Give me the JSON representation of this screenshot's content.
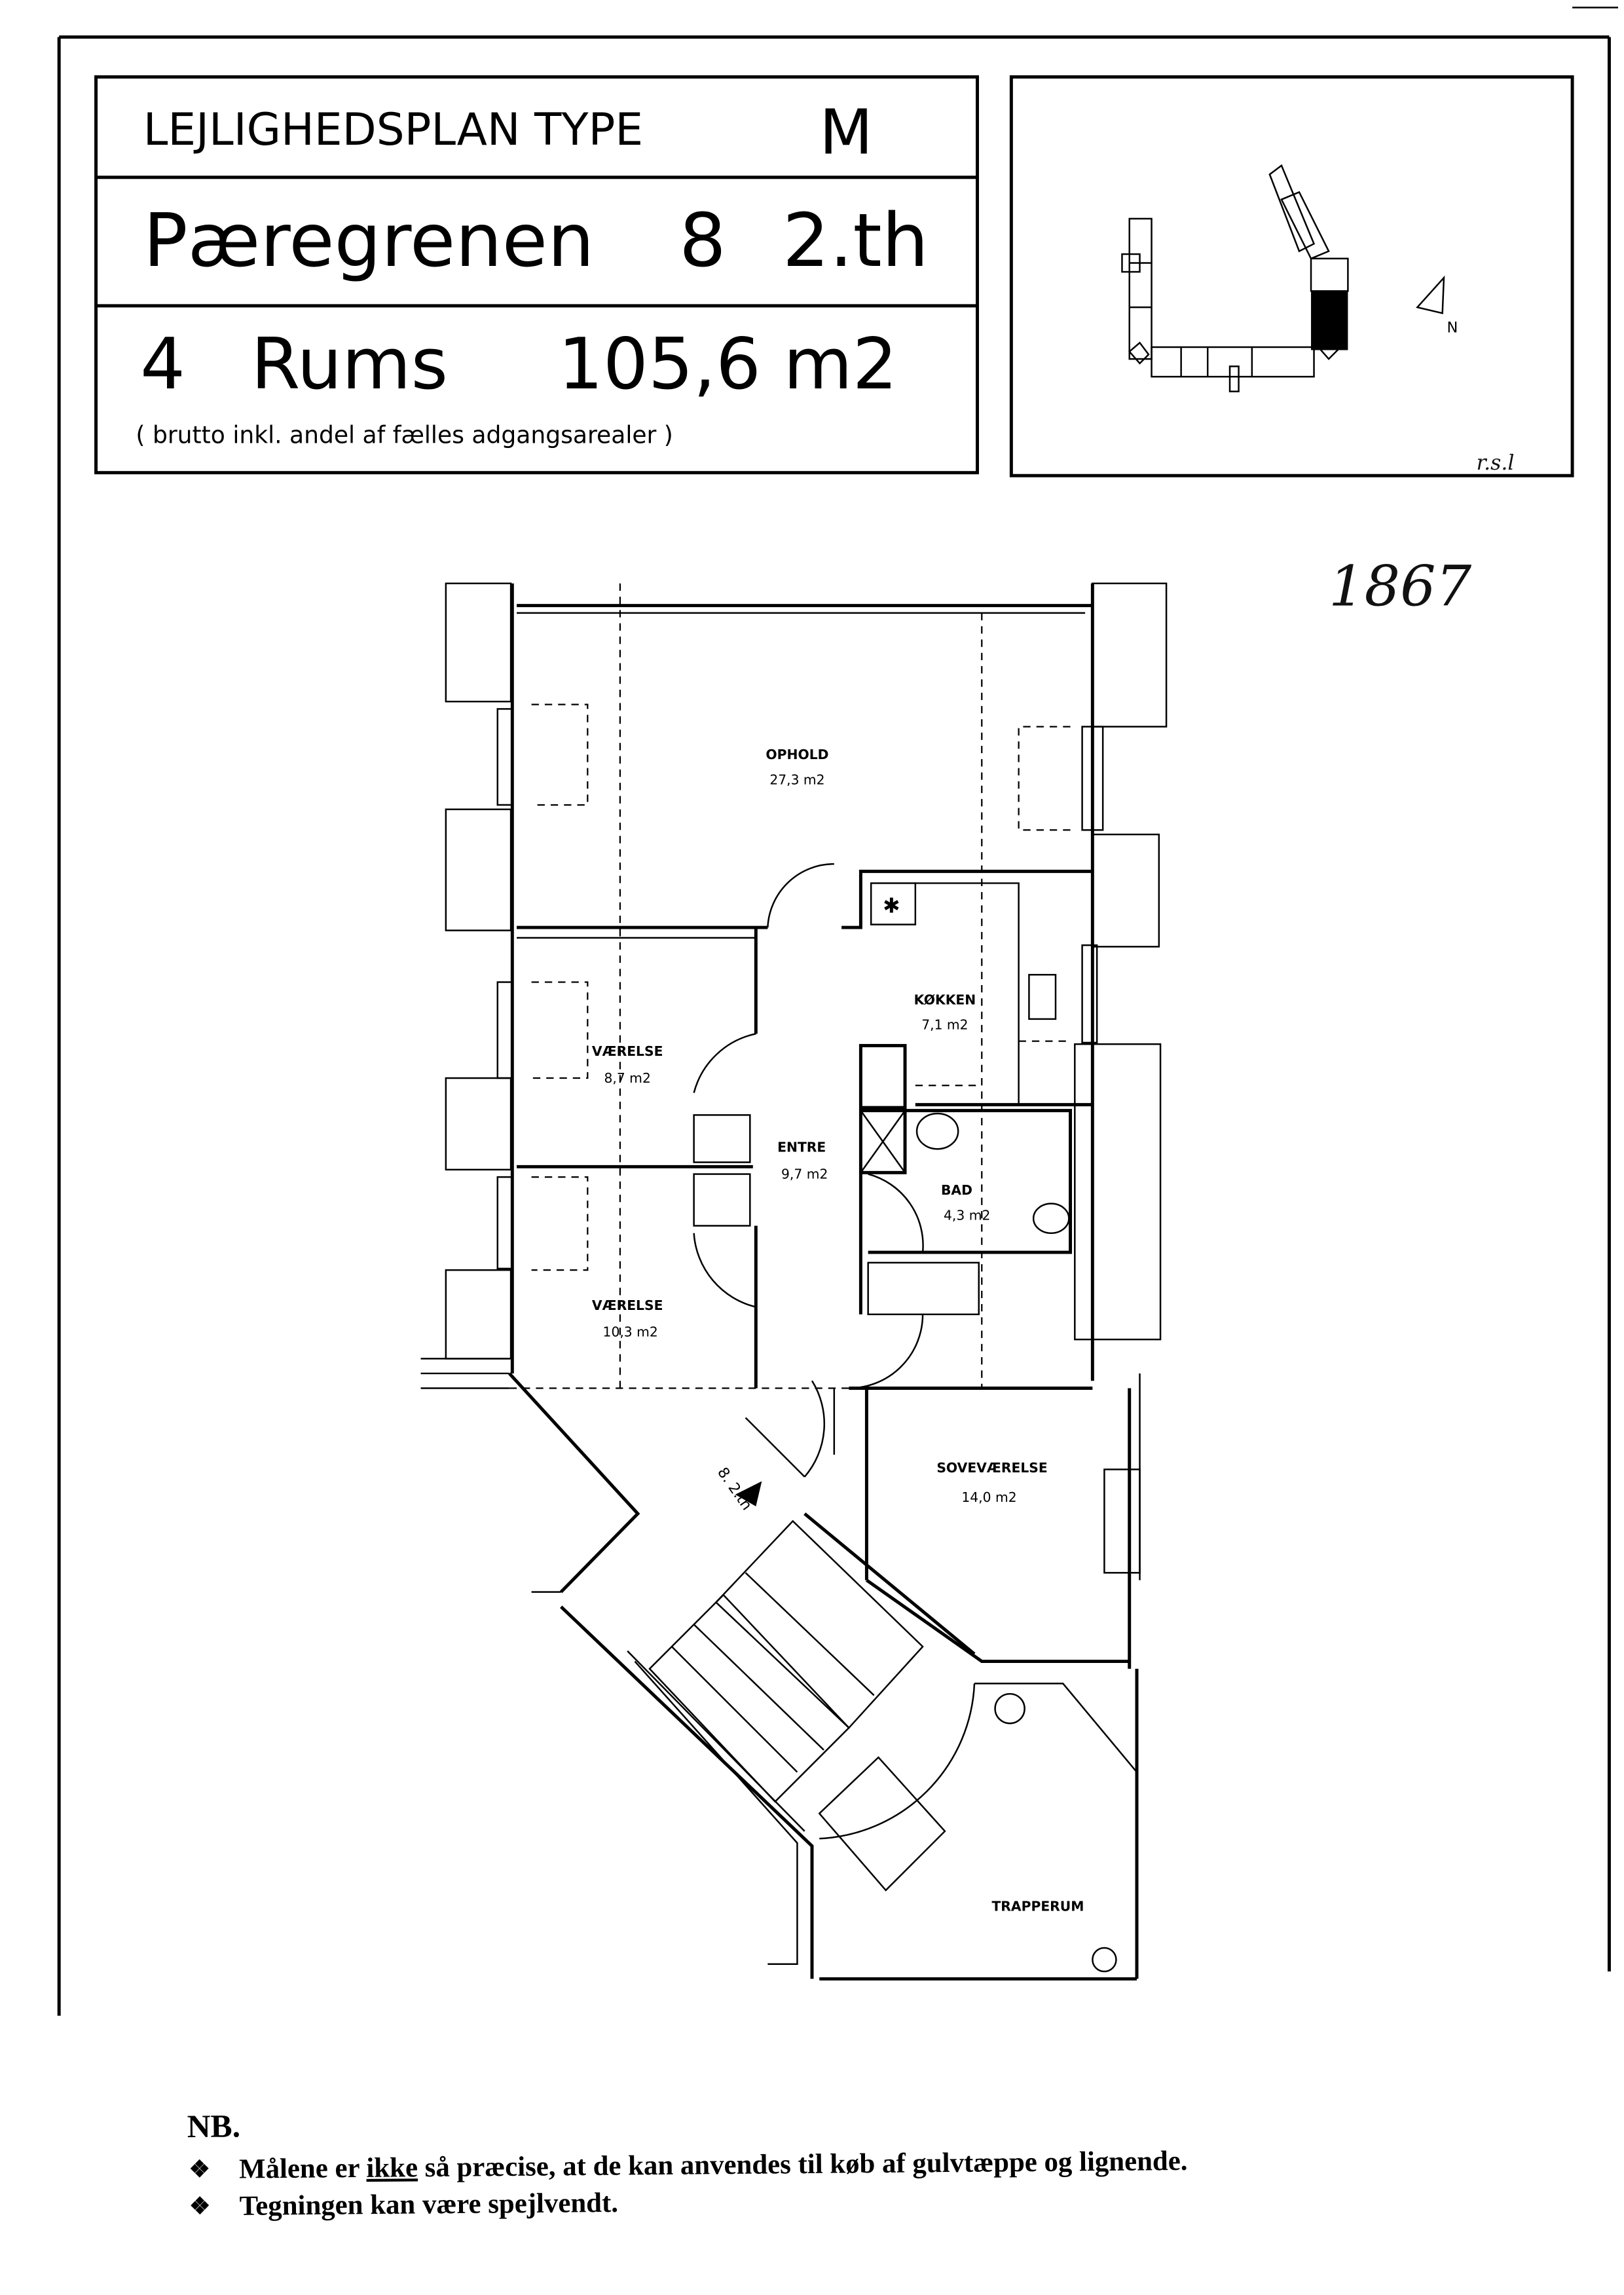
{
  "title_block": {
    "plan_label": "LEJLIGHEDSPLAN TYPE",
    "type": "M",
    "street": "Pæregrenen",
    "number": "8",
    "floor": "2.th",
    "rooms": "4",
    "rooms_label": "Rums",
    "area": "105,6 m2",
    "note": "( brutto inkl. andel af fælles adgangsarealer )"
  },
  "key_map": {
    "north_label": "N",
    "initials": "r.s.l"
  },
  "handwritten_number": "1867",
  "rooms": [
    {
      "name": "OPHOLD",
      "area": "27,3 m2"
    },
    {
      "name": "KØKKEN",
      "area": "7,1 m2"
    },
    {
      "name": "VÆRELSE",
      "area": "8,7 m2"
    },
    {
      "name": "ENTRE",
      "area": "9,7 m2"
    },
    {
      "name": "BAD",
      "area": "4,3 m2"
    },
    {
      "name": "VÆRELSE",
      "area": "10,3 m2"
    },
    {
      "name": "SOVEVÆRELSE",
      "area": "14,0 m2"
    },
    {
      "name": "TRAPPERUM",
      "area": ""
    }
  ],
  "entrance_label": "8. 2.th",
  "notes": {
    "heading": "NB.",
    "bullet": "❖",
    "line1_pre": "Målene er ",
    "line1_emph": "ikke",
    "line1_post": " så præcise, at de kan anvendes til køb af gulvtæppe og lignende.",
    "line2": "Tegningen kan være spejlvendt."
  }
}
